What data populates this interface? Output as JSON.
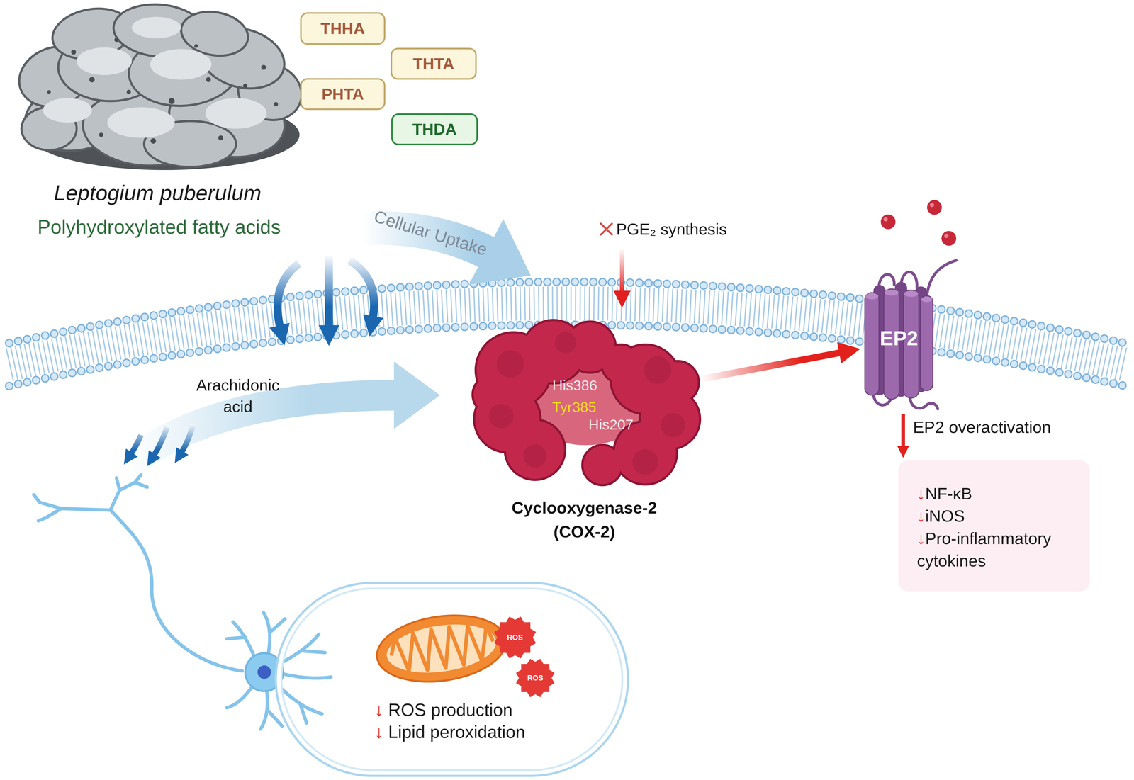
{
  "diagram": {
    "nodes": [
      {
        "text": [
          "THHA"
        ]
      },
      {
        "text": [
          "THTA"
        ]
      },
      {
        "text": [
          "PHTA"
        ]
      },
      {
        "text": [
          "THDA"
        ]
      },
      {
        "text": [
          "His386",
          "Tyr385",
          "His207",
          "Cyclooxygenase-2 (COX-2)"
        ]
      },
      {
        "text": [
          "EP2"
        ]
      },
      {
        "text": [
          "↓NF-κB",
          "↓iNOS",
          "↓Pro-inflammatory cytokines"
        ]
      },
      {
        "text": [
          "↓ ROS production",
          "↓ Lipid peroxidation"
        ]
      }
    ],
    "edges": [
      {
        "from": 4,
        "to": 5,
        "arrow": "to"
      },
      {
        "from": 5,
        "to": 6,
        "arrow": "to",
        "label": "EP2 overactivation"
      }
    ],
    "labels": [
      "Leptogium puberulum",
      "Polyhydroxylated fatty acids",
      "Cellular Uptake",
      "PGE₂ synthesis",
      "Arachidonic acid",
      "ROS",
      "ROS"
    ]
  }
}
